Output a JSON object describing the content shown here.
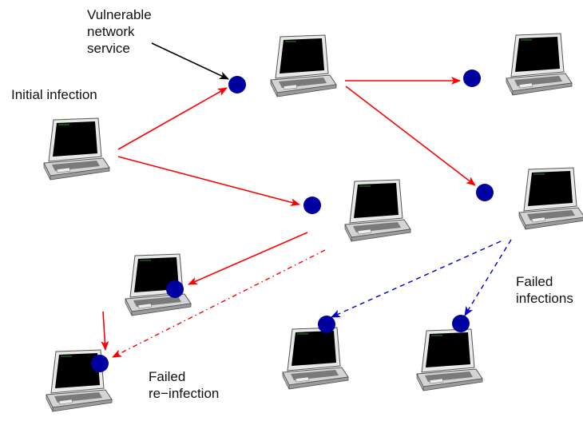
{
  "labels": {
    "initial_infection": "Initial infection",
    "vulnerable_service": [
      "Vulnerable",
      "network",
      "service"
    ],
    "failed_infections": [
      "Failed",
      "infections"
    ],
    "failed_reinfection": [
      "Failed",
      "re−infection"
    ]
  },
  "colors": {
    "infection_arrow": "#ff0000",
    "failed_infection_arrow": "#0000cc",
    "pointer_arrow": "#000000",
    "service_dot": "#0000a0",
    "laptop_body": "#d0d0d0",
    "laptop_screen": "#000000"
  },
  "icons": {
    "laptop": "laptop-icon",
    "service": "service-dot-icon"
  }
}
